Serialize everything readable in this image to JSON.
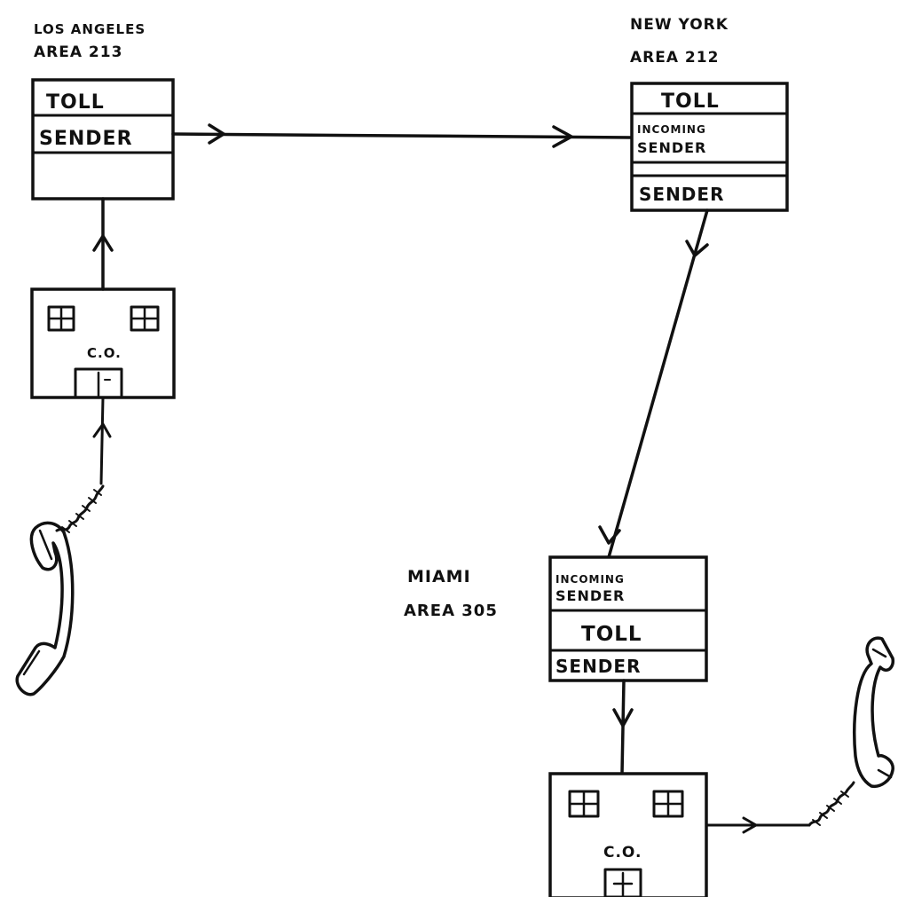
{
  "nodes": {
    "los_angeles": {
      "name": "LOS ANGELES",
      "area": "AREA 213",
      "rows": [
        "TOLL",
        "SENDER",
        ""
      ]
    },
    "new_york": {
      "name": "NEW YORK",
      "area": "AREA 212",
      "rows": [
        "TOLL",
        "INCOMING",
        "SENDER",
        "SENDER"
      ]
    },
    "miami": {
      "name": "MIAMI",
      "area": "AREA 305",
      "rows": [
        "INCOMING",
        "SENDER",
        "TOLL",
        "SENDER"
      ]
    }
  },
  "central_office": {
    "label": "C.O."
  },
  "icons": [
    "telephone-handset-icon",
    "central-office-building-icon",
    "window-icon",
    "door-icon",
    "arrow-icon",
    "coiled-cord-icon"
  ]
}
